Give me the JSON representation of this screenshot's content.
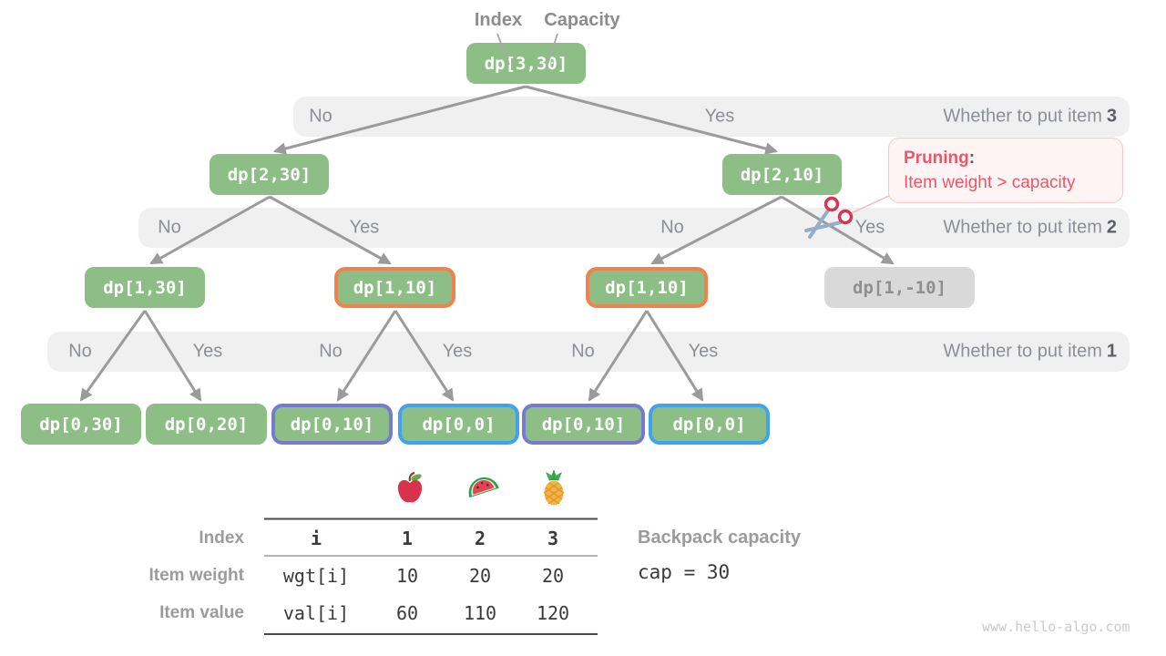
{
  "header": {
    "index_label": "Index",
    "capacity_label": "Capacity"
  },
  "nodes": [
    {
      "label": "dp[3,30]",
      "variant": "green"
    },
    {
      "label": "dp[2,30]",
      "variant": "green"
    },
    {
      "label": "dp[2,10]",
      "variant": "green"
    },
    {
      "label": "dp[1,30]",
      "variant": "green"
    },
    {
      "label": "dp[1,10]",
      "variant": "orange"
    },
    {
      "label": "dp[1,10]",
      "variant": "orange"
    },
    {
      "label": "dp[1,-10]",
      "variant": "gray"
    },
    {
      "label": "dp[0,30]",
      "variant": "green"
    },
    {
      "label": "dp[0,20]",
      "variant": "green"
    },
    {
      "label": "dp[0,10]",
      "variant": "purple"
    },
    {
      "label": "dp[0,0]",
      "variant": "blue"
    },
    {
      "label": "dp[0,10]",
      "variant": "purple"
    },
    {
      "label": "dp[0,0]",
      "variant": "blue"
    }
  ],
  "bands": [
    {
      "decisions": [
        "No",
        "Yes"
      ],
      "question": "Whether to put item",
      "item": "3"
    },
    {
      "decisions": [
        "No",
        "Yes",
        "No",
        "Yes"
      ],
      "question": "Whether to put item",
      "item": "2"
    },
    {
      "decisions": [
        "No",
        "Yes",
        "No",
        "Yes",
        "No",
        "Yes"
      ],
      "question": "Whether to put item",
      "item": "1"
    }
  ],
  "pruning": {
    "title": "Pruning",
    "colon": ":",
    "body": "Item weight > capacity"
  },
  "table": {
    "fruits": [
      "apple-icon",
      "watermelon-icon",
      "pineapple-icon"
    ],
    "row_labels": [
      "Index",
      "Item weight",
      "Item value"
    ],
    "index_row": [
      "i",
      "1",
      "2",
      "3"
    ],
    "weight_row": [
      "wgt[i]",
      "10",
      "20",
      "20"
    ],
    "value_row": [
      "val[i]",
      "60",
      "110",
      "120"
    ]
  },
  "capacity": {
    "label": "Backpack capacity",
    "value": "cap = 30"
  },
  "watermark": "www.hello-algo.com",
  "colors": {
    "node_green": "#8cbe85",
    "node_gray": "#d9d9d9",
    "border_orange": "#f0824d",
    "border_purple": "#767bcd",
    "border_blue": "#40a3ee",
    "pruning_red": "#ee5567",
    "arrow_gray": "#9b9b9b"
  }
}
